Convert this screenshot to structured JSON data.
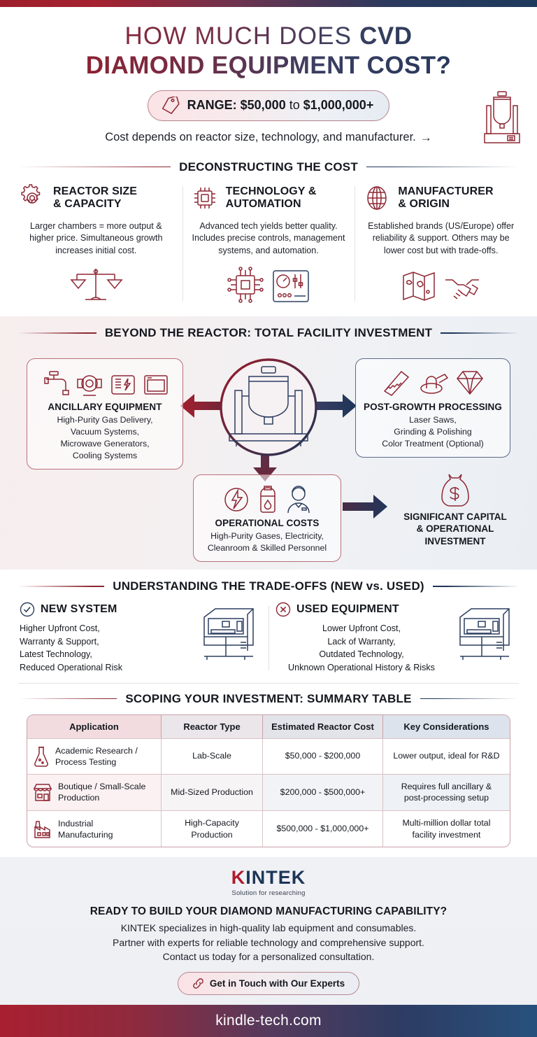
{
  "header": {
    "title_line1_prefix": "HOW MUCH DOES ",
    "title_line1_bold": "CVD",
    "title_line2": "DIAMOND EQUIPMENT COST?",
    "range_prefix": "RANGE: $50,000",
    "range_connector": " to ",
    "range_suffix": "$1,000,000+",
    "subnote": "Cost depends on reactor size, technology, and manufacturer.",
    "subnote_arrow": "→"
  },
  "deconstructing": {
    "heading": "DECONSTRUCTING THE COST",
    "columns": [
      {
        "icon": "gear-icon",
        "title": "REACTOR SIZE\n& CAPACITY",
        "title_l1": "REACTOR SIZE",
        "title_l2": "& CAPACITY",
        "body": "Larger chambers = more output & higher price. Simultaneous growth increases initial cost."
      },
      {
        "icon": "chip-icon",
        "title_l1": "TECHNOLOGY &",
        "title_l2": "AUTOMATION",
        "body": "Advanced tech yields better quality. Includes precise controls, management systems, and automation."
      },
      {
        "icon": "globe-icon",
        "title_l1": "MANUFACTURER",
        "title_l2": "& ORIGIN",
        "body": "Established brands (US/Europe) offer reliability & support. Others may be lower cost but with trade-offs."
      }
    ]
  },
  "beyond": {
    "heading": "BEYOND THE REACTOR: TOTAL FACILITY INVESTMENT",
    "ancillary": {
      "title": "ANCILLARY EQUIPMENT",
      "body": "High-Purity Gas Delivery,\nVacuum Systems,\nMicrowave Generators,\nCooling Systems"
    },
    "post_growth": {
      "title": "POST-GROWTH PROCESSING",
      "body": "Laser Saws,\nGrinding & Polishing\nColor Treatment (Optional)"
    },
    "operational": {
      "title": "OPERATIONAL COSTS",
      "body": "High-Purity Gases, Electricity,\nCleanroom & Skilled Personnel"
    },
    "outcome": {
      "title": "SIGNIFICANT CAPITAL\n& OPERATIONAL\nINVESTMENT",
      "title_l1": "SIGNIFICANT CAPITAL",
      "title_l2": "& OPERATIONAL",
      "title_l3": "INVESTMENT"
    }
  },
  "tradeoffs": {
    "heading": "UNDERSTANDING THE TRADE-OFFS (NEW vs. USED)",
    "new": {
      "badge": "check-icon",
      "title": "NEW SYSTEM",
      "body": "Higher Upfront Cost,\nWarranty & Support,\nLatest Technology,\nReduced Operational Risk"
    },
    "used": {
      "badge": "x-icon",
      "title": "USED EQUIPMENT",
      "body": "Lower Upfront Cost,\nLack of Warranty,\nOutdated Technology,\nUnknown Operational History & Risks"
    }
  },
  "table": {
    "heading": "SCOPING YOUR INVESTMENT: SUMMARY TABLE",
    "columns": [
      "Application",
      "Reactor Type",
      "Estimated Reactor Cost",
      "Key Considerations"
    ],
    "rows": [
      {
        "icon": "flask-icon",
        "application": "Academic Research /\nProcess Testing",
        "reactor_type": "Lab-Scale",
        "cost": "$50,000 - $200,000",
        "considerations": "Lower output, ideal for R&D"
      },
      {
        "icon": "shop-icon",
        "application": "Boutique / Small-Scale\nProduction",
        "reactor_type": "Mid-Sized Production",
        "cost": "$200,000 - $500,000+",
        "considerations": "Requires full ancillary &\npost-processing setup"
      },
      {
        "icon": "factory-icon",
        "application": "Industrial\nManufacturing",
        "reactor_type": "High-Capacity\nProduction",
        "cost": "$500,000 - $1,000,000+",
        "considerations": "Multi-million dollar total\nfacility investment"
      }
    ]
  },
  "footer": {
    "logo_k": "K",
    "logo_rest": "INTEK",
    "logo_tagline": "Solution for researching",
    "cta_heading": "READY TO BUILD YOUR DIAMOND MANUFACTURING CAPABILITY?",
    "cta_body": "KINTEK specializes in high-quality lab equipment and consumables.\nPartner with experts for reliable technology and comprehensive support.\nContact us today for a personalized consultation.",
    "cta_button": "Get in Touch with Our Experts",
    "site": "kindle-tech.com"
  },
  "colors": {
    "red": "#9b1c2a",
    "navy": "#1d3557",
    "accent_pink": "#f2dcdf",
    "accent_blue": "#dde3ec"
  }
}
